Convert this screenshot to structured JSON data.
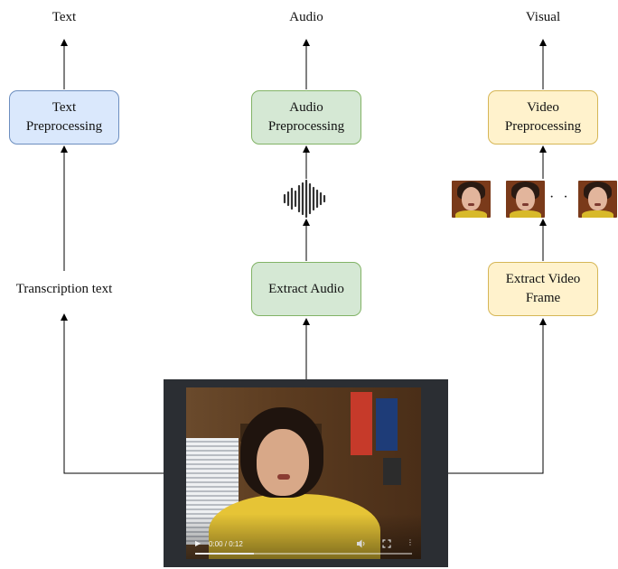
{
  "outputs": {
    "text": "Text",
    "audio": "Audio",
    "visual": "Visual"
  },
  "boxes": {
    "text_preprocessing": "Text\nPreprocessing",
    "audio_preprocessing": "Audio\nPreprocessing",
    "video_preprocessing": "Video\nPreprocessing",
    "extract_audio": "Extract Audio",
    "extract_video_frame": "Extract Video\nFrame"
  },
  "labels": {
    "transcription_text": "Transcription text",
    "frames_ellipsis": "· · ·"
  },
  "icons": {
    "waveform": "audio-waveform-icon",
    "frame": "face-frame-thumbnail"
  },
  "colors": {
    "blue_fill": "#dae8fc",
    "blue_border": "#6c8ebf",
    "green_fill": "#d5e8d4",
    "green_border": "#82b366",
    "yellow_fill": "#fff2cc",
    "yellow_border": "#d6b656",
    "arrow": "#000000",
    "video_panel": "#2b2e33"
  },
  "video": {
    "time": "0:00 / 0:12",
    "progress": 0.27,
    "play_icon": "▶",
    "volume_icon": "volume-icon",
    "fullscreen_icon": "fullscreen-icon",
    "more_icon": "⋮"
  }
}
